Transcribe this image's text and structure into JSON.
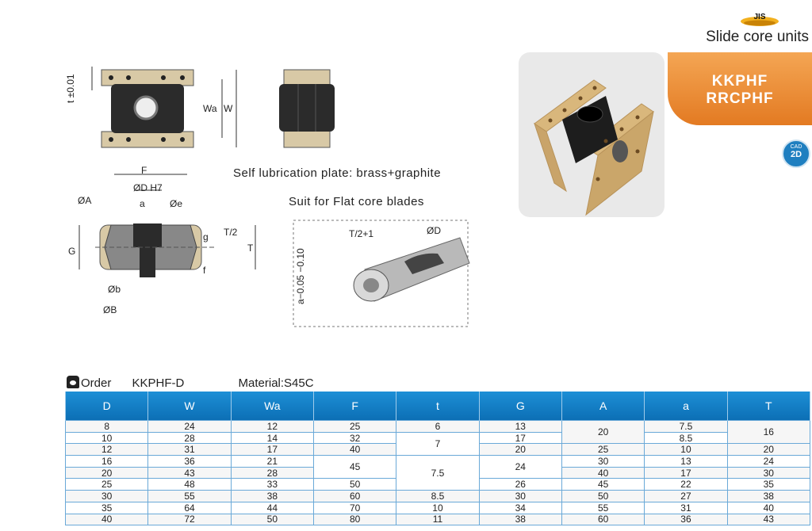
{
  "header": {
    "badge": "JIS",
    "title": "Slide core units"
  },
  "banner": {
    "line1": "KKPHF",
    "line2": "RRCPHF"
  },
  "cad_badge": {
    "top": "CAD",
    "bottom": "2D"
  },
  "captions": {
    "lubrication": "Self lubrication plate: brass+graphite",
    "suit": "Suit for Flat core blades"
  },
  "dimensions": {
    "t_tol": "t ±0.01",
    "wa": "Wa",
    "w": "W",
    "f": "F",
    "dh7": "ØD H7",
    "a_phi": "ØA",
    "a_small": "a",
    "e_phi": "Øe",
    "g_big": "G",
    "g_small": "g",
    "t_half": "T/2",
    "t_big": "T",
    "f_small": "f",
    "b_small": "Øb",
    "b_big": "ØB",
    "t2_plus": "T/2+1",
    "d_phi": "ØD",
    "a_tol": "a−0.05 −0.10"
  },
  "order": {
    "label": "Order",
    "code": "KKPHF-D",
    "material": "Material:S45C"
  },
  "table": {
    "headers": [
      "D",
      "W",
      "Wa",
      "F",
      "t",
      "G",
      "A",
      "a",
      "T"
    ],
    "D": [
      "8",
      "10",
      "12",
      "16",
      "20",
      "25",
      "30",
      "35",
      "40"
    ],
    "W": [
      "24",
      "28",
      "31",
      "36",
      "43",
      "48",
      "55",
      "64",
      "72"
    ],
    "Wa": [
      "12",
      "14",
      "17",
      "21",
      "28",
      "33",
      "38",
      "44",
      "50"
    ],
    "F": [
      "25",
      "32",
      "40",
      "45",
      "50",
      "60",
      "70",
      "80"
    ],
    "t": [
      "6",
      "7",
      "7.5",
      "8.5",
      "10",
      "11"
    ],
    "G": [
      "13",
      "17",
      "20",
      "24",
      "26",
      "30",
      "34",
      "38"
    ],
    "A": [
      "20",
      "25",
      "30",
      "40",
      "45",
      "50",
      "55",
      "60"
    ],
    "a": [
      "7.5",
      "8.5",
      "10",
      "13",
      "17",
      "22",
      "27",
      "31",
      "36"
    ],
    "T": [
      "16",
      "20",
      "24",
      "30",
      "35",
      "38",
      "40",
      "43"
    ]
  }
}
